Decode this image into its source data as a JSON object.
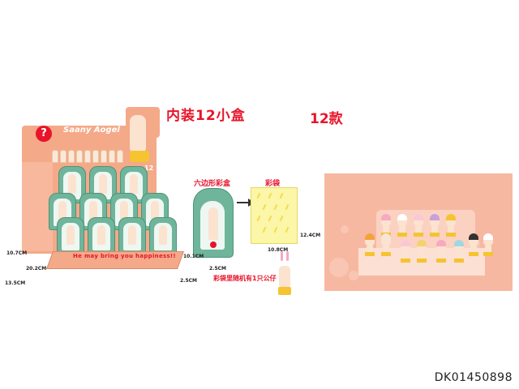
{
  "title_main": "内装12小盒",
  "title_styles": "12款",
  "label_hex_box": "六边形彩盒",
  "label_bag": "彩袋",
  "label_bag_note": "彩袋里随机有1只公仔",
  "display": {
    "brand": "Saany Aogel",
    "question_mark": "?",
    "count": "12",
    "slogan": "He may bring you happiness!!",
    "dim_height": "10.7CM",
    "dim_width": "20.2CM",
    "dim_depth": "13.5CM"
  },
  "hex_box_dims": {
    "height": "10.1CM",
    "width": "2.5CM",
    "depth": "2.5CM"
  },
  "bag_dims": {
    "height": "12.4CM",
    "width": "10.8CM"
  },
  "product_code": "DK01450898",
  "colors": {
    "accent_red": "#e8142a",
    "display_orange": "#f4a989",
    "box_green": "#6fb59c",
    "bag_yellow": "#fbf6a8",
    "panel_pink": "#f7b8a1"
  }
}
